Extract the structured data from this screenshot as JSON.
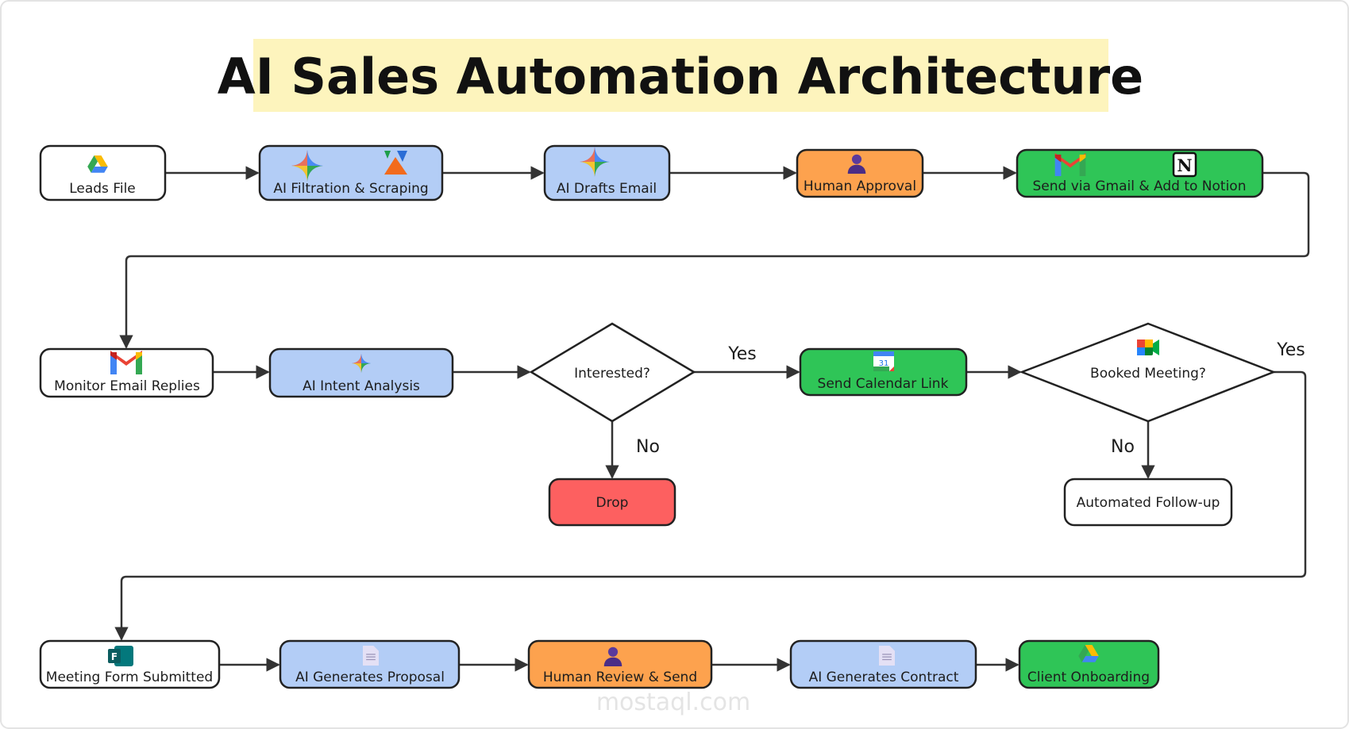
{
  "title": "AI Sales Automation Architecture",
  "colors": {
    "title_bg": "#fdf4bd",
    "ai": "#b3cdf6",
    "human": "#fda24e",
    "action": "#2fc557",
    "drop": "#fd6060",
    "plain": "#ffffff"
  },
  "nodes": {
    "leads_file": {
      "label": "Leads File",
      "icon": "google-drive-icon"
    },
    "ai_filtration": {
      "label": "AI Filtration & Scraping",
      "icon": "gemini-icon, apollo-icon"
    },
    "ai_drafts": {
      "label": "AI Drafts Email",
      "icon": "gemini-icon"
    },
    "human_approval": {
      "label": "Human Approval",
      "icon": "person-icon"
    },
    "send_gmail": {
      "label": "Send via Gmail & Add to Notion",
      "icon": "gmail-icon, notion-icon"
    },
    "monitor_replies": {
      "label": "Monitor Email Replies",
      "icon": "gmail-icon"
    },
    "intent_analysis": {
      "label": "AI Intent Analysis",
      "icon": "gemini-icon"
    },
    "interested": {
      "label": "Interested?"
    },
    "drop": {
      "label": "Drop"
    },
    "calendar_link": {
      "label": "Send Calendar Link",
      "icon": "google-calendar-icon"
    },
    "booked_meeting": {
      "label": "Booked Meeting?",
      "icon": "google-meet-icon"
    },
    "follow_up": {
      "label": "Automated Follow-up"
    },
    "meeting_form": {
      "label": "Meeting Form Submitted",
      "icon": "ms-forms-icon"
    },
    "proposal": {
      "label": "AI Generates Proposal",
      "icon": "document-icon"
    },
    "human_review": {
      "label": "Human Review & Send",
      "icon": "person-icon"
    },
    "contract": {
      "label": "AI Generates Contract",
      "icon": "document-icon"
    },
    "onboarding": {
      "label": "Client Onboarding",
      "icon": "google-drive-icon"
    }
  },
  "branches": {
    "yes": "Yes",
    "no": "No"
  },
  "watermark": "mostaql.com"
}
